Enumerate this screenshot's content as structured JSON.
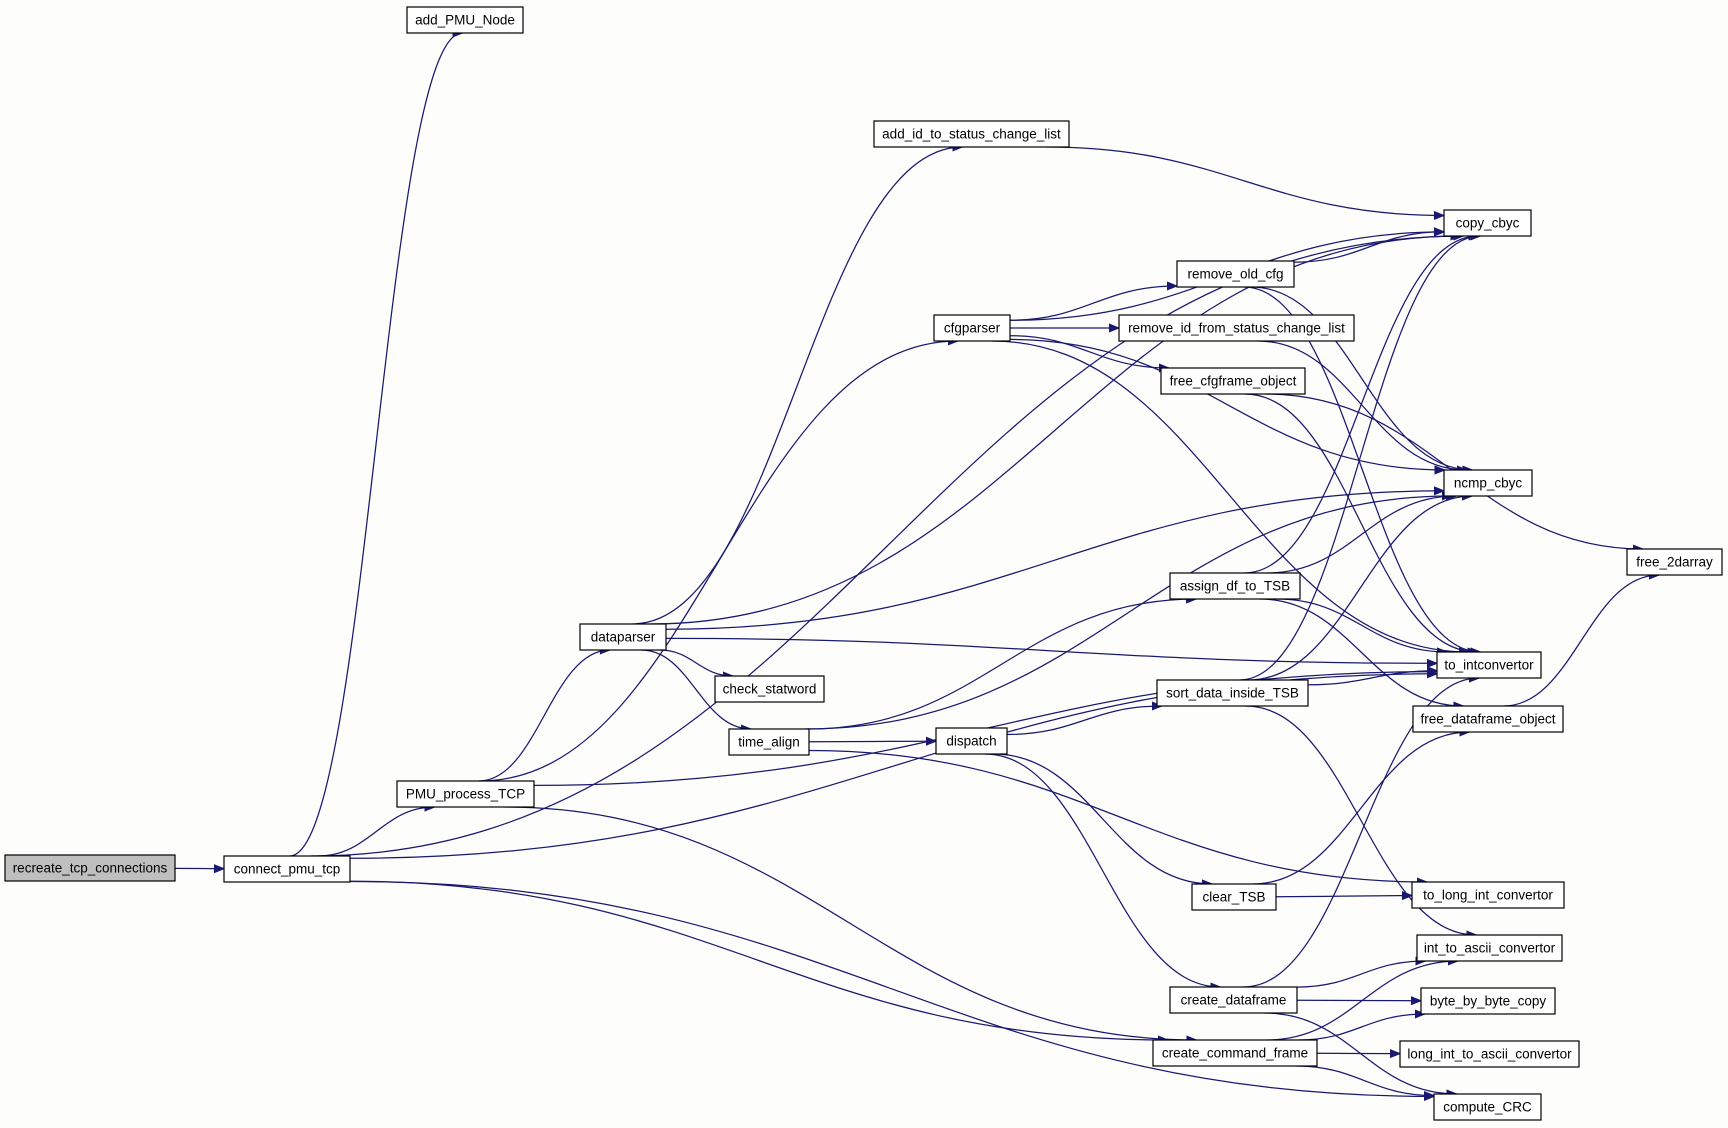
{
  "colors": {
    "edge": "#191970",
    "root_fill": "#bfbfbf",
    "node_fill": "#ffffff",
    "background": "#fdfdfb"
  },
  "nodes": {
    "recreate_tcp_connections": "recreate_tcp_connections",
    "connect_pmu_tcp": "connect_pmu_tcp",
    "add_PMU_Node": "add_PMU_Node",
    "PMU_process_TCP": "PMU_process_TCP",
    "dataparser": "dataparser",
    "add_id_to_status_change_list": "add_id_to_status_change_list",
    "cfgparser": "cfgparser",
    "check_statword": "check_statword",
    "time_align": "time_align",
    "dispatch": "dispatch",
    "remove_old_cfg": "remove_old_cfg",
    "remove_id_from_status_change_list": "remove_id_from_status_change_list",
    "free_cfgframe_object": "free_cfgframe_object",
    "assign_df_to_TSB": "assign_df_to_TSB",
    "sort_data_inside_TSB": "sort_data_inside_TSB",
    "clear_TSB": "clear_TSB",
    "create_dataframe": "create_dataframe",
    "create_command_frame": "create_command_frame",
    "copy_cbyc": "copy_cbyc",
    "ncmp_cbyc": "ncmp_cbyc",
    "to_intconvertor": "to_intconvertor",
    "free_dataframe_object": "free_dataframe_object",
    "free_2darray": "free_2darray",
    "to_long_int_convertor": "to_long_int_convertor",
    "int_to_ascii_convertor": "int_to_ascii_convertor",
    "byte_by_byte_copy": "byte_by_byte_copy",
    "long_int_to_ascii_convertor": "long_int_to_ascii_convertor",
    "compute_CRC": "compute_CRC"
  },
  "edges": [
    [
      "recreate_tcp_connections",
      "connect_pmu_tcp"
    ],
    [
      "connect_pmu_tcp",
      "add_PMU_Node"
    ],
    [
      "connect_pmu_tcp",
      "copy_cbyc"
    ],
    [
      "connect_pmu_tcp",
      "PMU_process_TCP"
    ],
    [
      "connect_pmu_tcp",
      "to_intconvertor"
    ],
    [
      "connect_pmu_tcp",
      "create_command_frame"
    ],
    [
      "connect_pmu_tcp",
      "compute_CRC"
    ],
    [
      "PMU_process_TCP",
      "cfgparser"
    ],
    [
      "PMU_process_TCP",
      "dataparser"
    ],
    [
      "PMU_process_TCP",
      "to_intconvertor"
    ],
    [
      "PMU_process_TCP",
      "create_command_frame"
    ],
    [
      "dataparser",
      "add_id_to_status_change_list"
    ],
    [
      "dataparser",
      "copy_cbyc"
    ],
    [
      "dataparser",
      "ncmp_cbyc"
    ],
    [
      "dataparser",
      "check_statword"
    ],
    [
      "dataparser",
      "time_align"
    ],
    [
      "dataparser",
      "to_intconvertor"
    ],
    [
      "add_id_to_status_change_list",
      "copy_cbyc"
    ],
    [
      "cfgparser",
      "copy_cbyc"
    ],
    [
      "cfgparser",
      "remove_old_cfg"
    ],
    [
      "cfgparser",
      "remove_id_from_status_change_list"
    ],
    [
      "cfgparser",
      "free_cfgframe_object"
    ],
    [
      "cfgparser",
      "ncmp_cbyc"
    ],
    [
      "cfgparser",
      "to_intconvertor"
    ],
    [
      "remove_old_cfg",
      "copy_cbyc"
    ],
    [
      "remove_old_cfg",
      "ncmp_cbyc"
    ],
    [
      "remove_old_cfg",
      "to_intconvertor"
    ],
    [
      "remove_id_from_status_change_list",
      "ncmp_cbyc"
    ],
    [
      "free_cfgframe_object",
      "free_2darray"
    ],
    [
      "free_cfgframe_object",
      "to_intconvertor"
    ],
    [
      "time_align",
      "ncmp_cbyc"
    ],
    [
      "time_align",
      "assign_df_to_TSB"
    ],
    [
      "time_align",
      "dispatch"
    ],
    [
      "time_align",
      "to_long_int_convertor"
    ],
    [
      "dispatch",
      "sort_data_inside_TSB"
    ],
    [
      "dispatch",
      "clear_TSB"
    ],
    [
      "dispatch",
      "create_dataframe"
    ],
    [
      "assign_df_to_TSB",
      "copy_cbyc"
    ],
    [
      "assign_df_to_TSB",
      "ncmp_cbyc"
    ],
    [
      "assign_df_to_TSB",
      "to_intconvertor"
    ],
    [
      "assign_df_to_TSB",
      "free_dataframe_object"
    ],
    [
      "sort_data_inside_TSB",
      "copy_cbyc"
    ],
    [
      "sort_data_inside_TSB",
      "ncmp_cbyc"
    ],
    [
      "sort_data_inside_TSB",
      "to_intconvertor"
    ],
    [
      "sort_data_inside_TSB",
      "int_to_ascii_convertor"
    ],
    [
      "clear_TSB",
      "free_dataframe_object"
    ],
    [
      "clear_TSB",
      "to_long_int_convertor"
    ],
    [
      "free_dataframe_object",
      "free_2darray"
    ],
    [
      "create_dataframe",
      "to_intconvertor"
    ],
    [
      "create_dataframe",
      "int_to_ascii_convertor"
    ],
    [
      "create_dataframe",
      "byte_by_byte_copy"
    ],
    [
      "create_dataframe",
      "compute_CRC"
    ],
    [
      "create_command_frame",
      "int_to_ascii_convertor"
    ],
    [
      "create_command_frame",
      "byte_by_byte_copy"
    ],
    [
      "create_command_frame",
      "long_int_to_ascii_convertor"
    ],
    [
      "create_command_frame",
      "compute_CRC"
    ]
  ]
}
